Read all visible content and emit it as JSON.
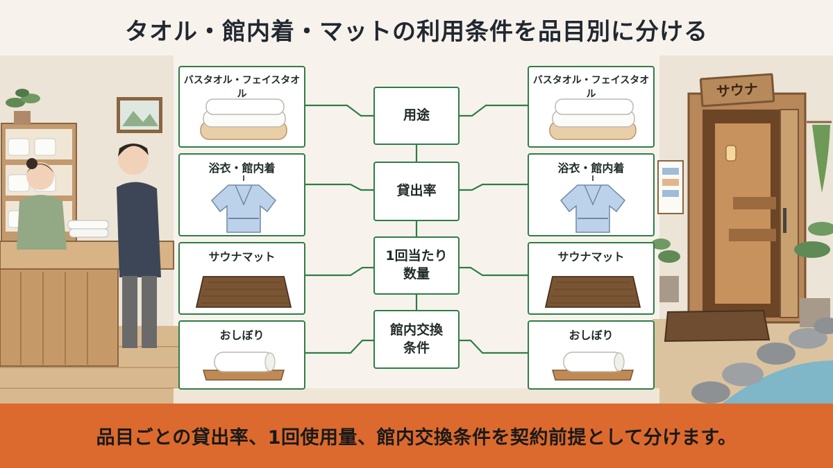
{
  "title": "タオル・館内着・マットの利用条件を品目別に分ける",
  "left_items": [
    {
      "label": "バスタオル・フェイスタオル",
      "icon": "towel-stack-icon"
    },
    {
      "label": "浴衣・館内着",
      "icon": "robe-icon"
    },
    {
      "label": "サウナマット",
      "icon": "sauna-mat-icon"
    },
    {
      "label": "おしぼり",
      "icon": "oshibori-icon"
    }
  ],
  "right_items": [
    {
      "label": "バスタオル・フェイスタオル",
      "icon": "towel-stack-icon"
    },
    {
      "label": "浴衣・館内着",
      "icon": "robe-icon"
    },
    {
      "label": "サウナマット",
      "icon": "sauna-mat-icon"
    },
    {
      "label": "おしぼり",
      "icon": "oshibori-icon"
    }
  ],
  "center_nodes": [
    {
      "label": "用途"
    },
    {
      "label": "貸出率"
    },
    {
      "label": "1回当たり\n数量"
    },
    {
      "label": "館内交換\n条件"
    }
  ],
  "sauna_sign": "サウナ",
  "banner": "品目ごとの貸出率、1回使用量、館内交換条件を契約前提として分けます。",
  "colors": {
    "accent_green": "#2e7d46",
    "banner_orange": "#dc6a2e",
    "wood": "#c79a6a",
    "background": "#f7f3ec"
  }
}
